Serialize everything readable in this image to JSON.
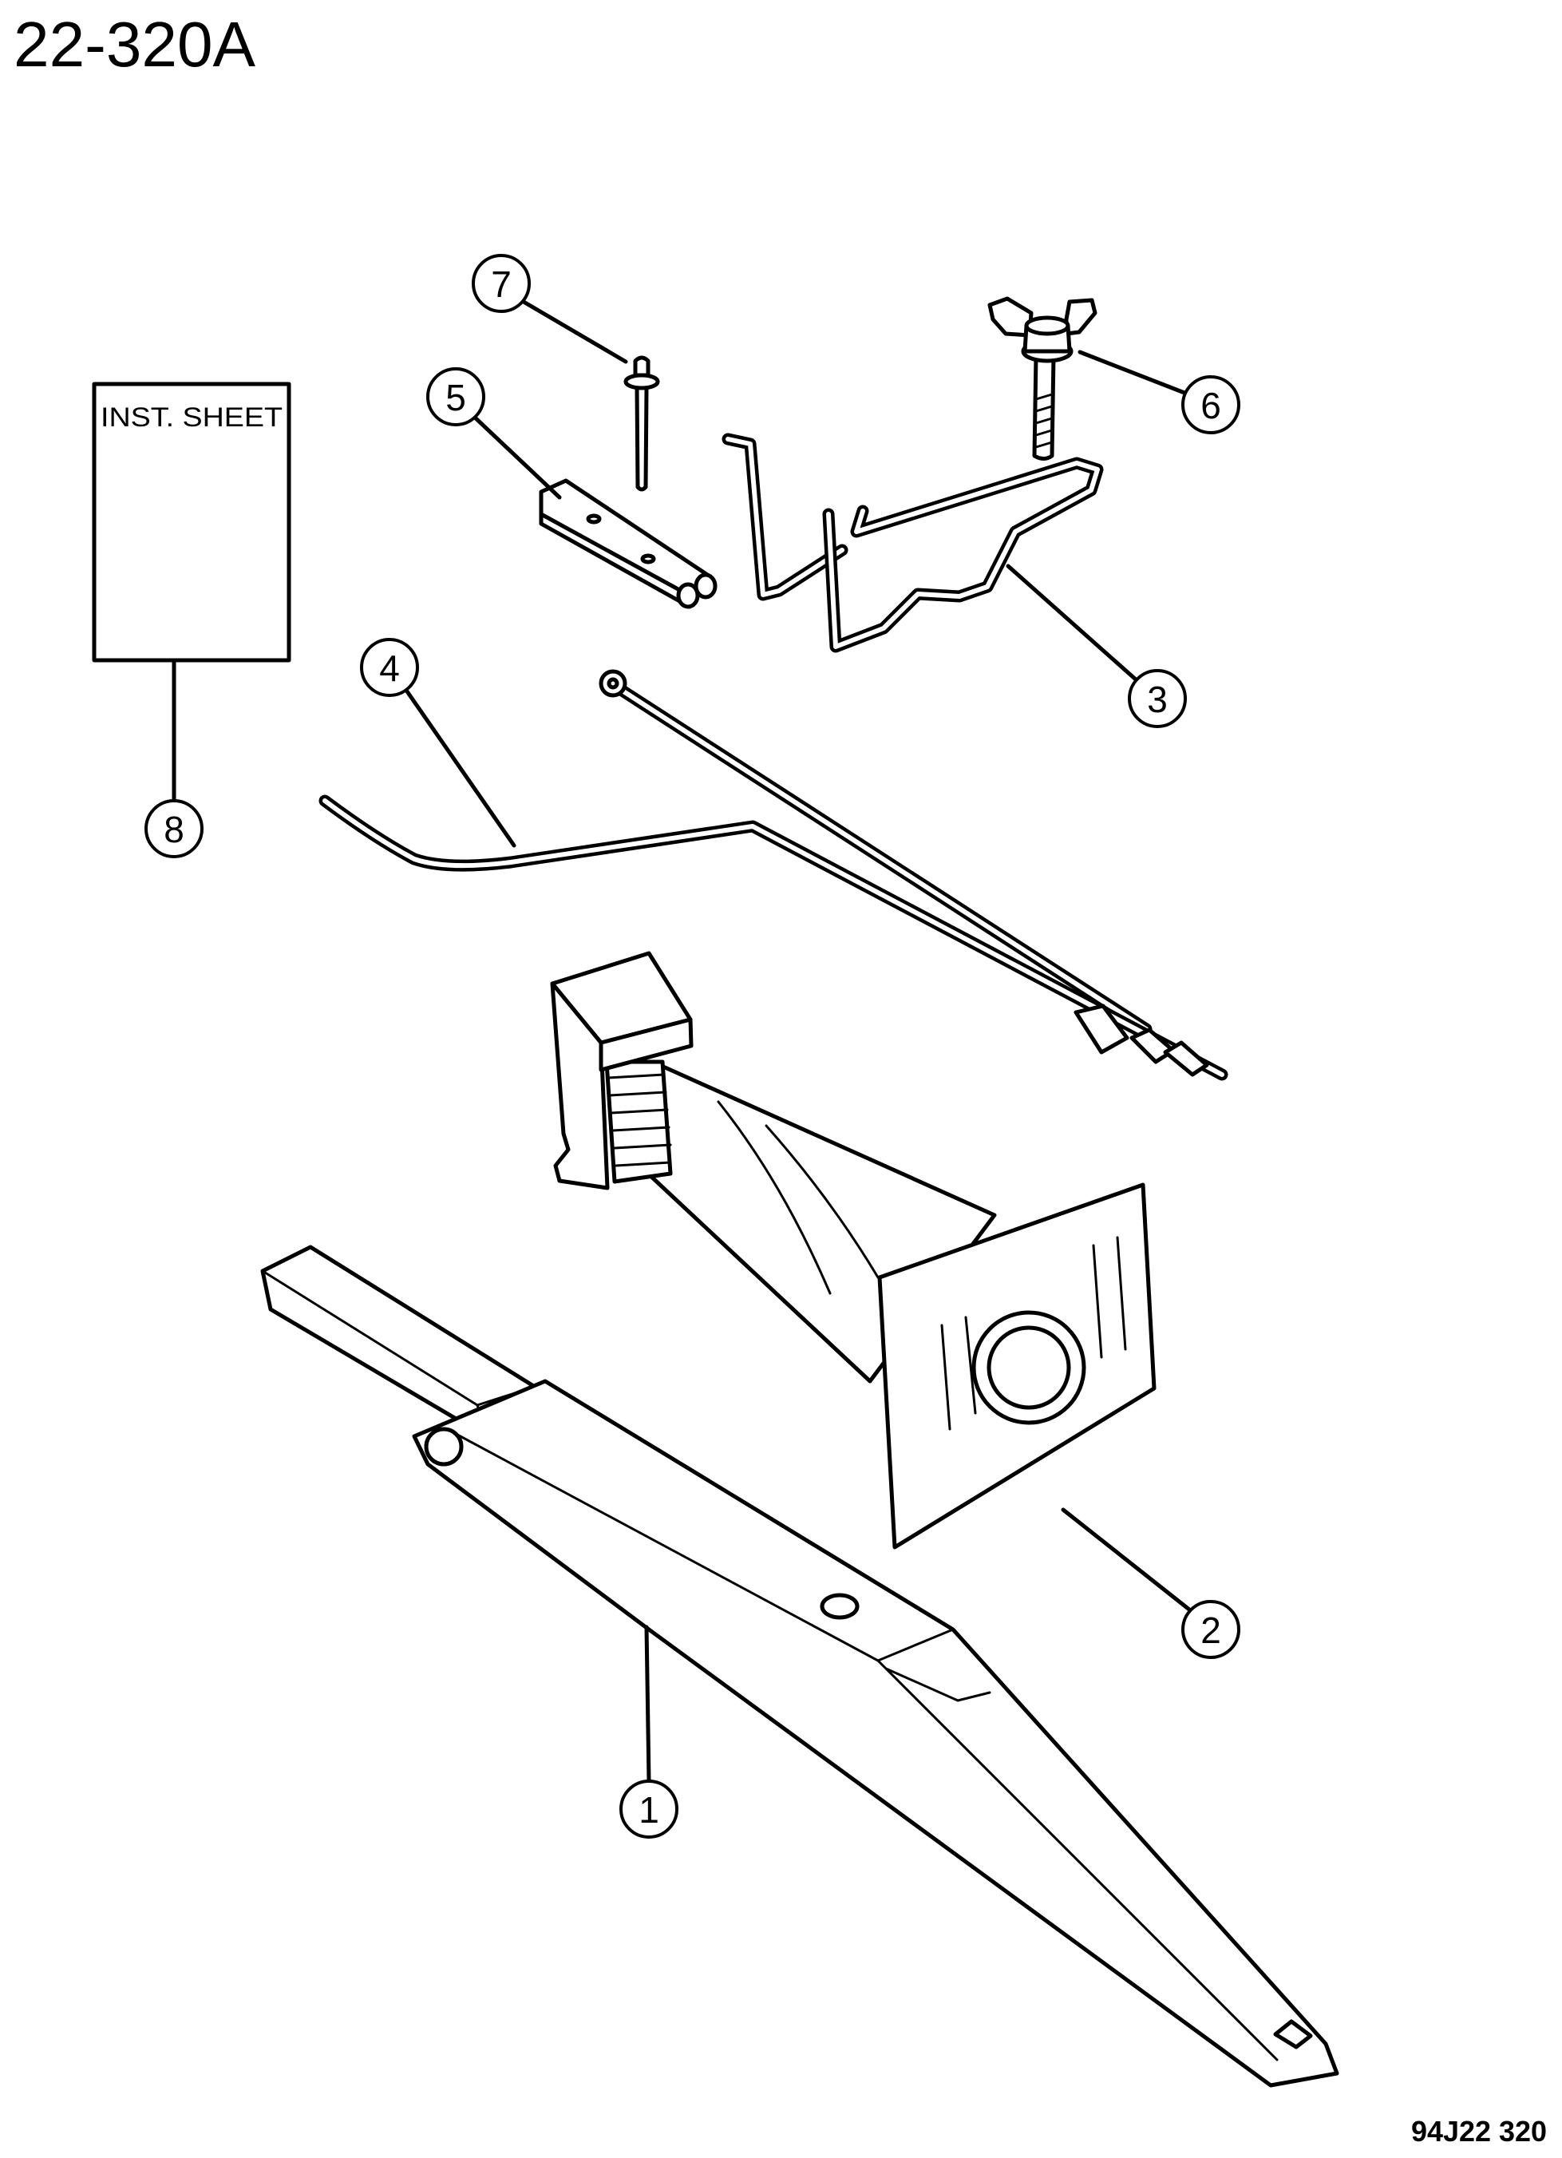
{
  "figure_id": "22-320A",
  "instruction_sheet": {
    "label": "INST. SHEET"
  },
  "callouts": [
    {
      "number": "1"
    },
    {
      "number": "2"
    },
    {
      "number": "3"
    },
    {
      "number": "4"
    },
    {
      "number": "5"
    },
    {
      "number": "6"
    },
    {
      "number": "7"
    },
    {
      "number": "8"
    }
  ],
  "drawing_code": "94J22 320",
  "colors": {
    "line": "#000000",
    "background": "#ffffff"
  }
}
